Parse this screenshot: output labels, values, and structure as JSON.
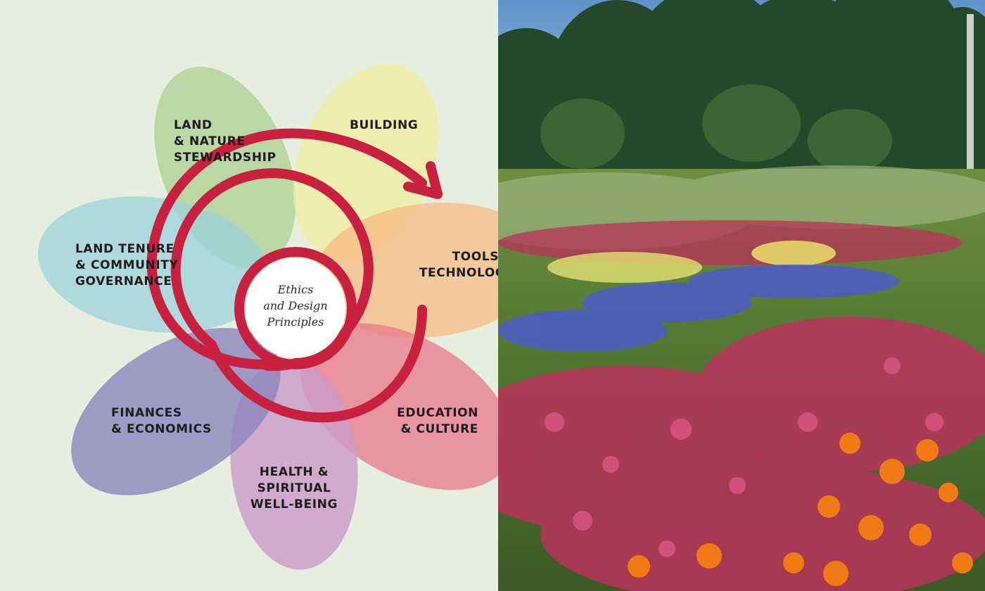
{
  "diagram": {
    "center": {
      "lines": [
        "Ethics",
        "and Design",
        "Principles"
      ]
    },
    "petals": [
      {
        "id": "land-nature",
        "color": "#a9cf8e",
        "lines": [
          "Land",
          "& Nature",
          "Stewardship"
        ]
      },
      {
        "id": "building",
        "color": "#f0ec9a",
        "lines": [
          "Building"
        ]
      },
      {
        "id": "tools",
        "color": "#f6bd86",
        "lines": [
          "Tools &",
          "Technology"
        ]
      },
      {
        "id": "education",
        "color": "#e97b8d",
        "lines": [
          "Education",
          "& Culture"
        ]
      },
      {
        "id": "health",
        "color": "#c99bc9",
        "lines": [
          "Health &",
          "Spiritual",
          "Well-being"
        ]
      },
      {
        "id": "finances",
        "color": "#8b86bd",
        "lines": [
          "Finances",
          "& Economics"
        ]
      },
      {
        "id": "land-tenure",
        "color": "#99d1de",
        "lines": [
          "Land Tenure",
          "& Community",
          "Governance"
        ]
      }
    ],
    "spiral_color": "#c8213f"
  },
  "photo": {
    "subject": "garden-flower-field"
  }
}
